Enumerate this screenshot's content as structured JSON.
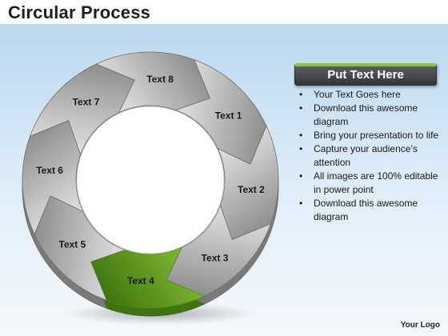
{
  "title": "Circular Process",
  "diagram": {
    "segments": [
      {
        "label": "Text 1",
        "highlight": false
      },
      {
        "label": "Text 2",
        "highlight": false
      },
      {
        "label": "Text 3",
        "highlight": false
      },
      {
        "label": "Text 4",
        "highlight": true
      },
      {
        "label": "Text 5",
        "highlight": false
      },
      {
        "label": "Text 6",
        "highlight": false
      },
      {
        "label": "Text 7",
        "highlight": false
      },
      {
        "label": "Text 8",
        "highlight": false
      }
    ],
    "colors": {
      "gray_light": "#e2e2e2",
      "gray_dark": "#8f8f8f",
      "green_light": "#7fba2f",
      "green_dark": "#3f7510",
      "outline": "#6e6e6e"
    }
  },
  "panel": {
    "header": "Put Text Here",
    "bullets": [
      "Your Text Goes here",
      "Download this awesome diagram",
      "Bring your presentation to life",
      "Capture your audience’s attention",
      "All images are 100% editable in power point",
      "Download this awesome diagram"
    ]
  },
  "logo": "Your Logo"
}
